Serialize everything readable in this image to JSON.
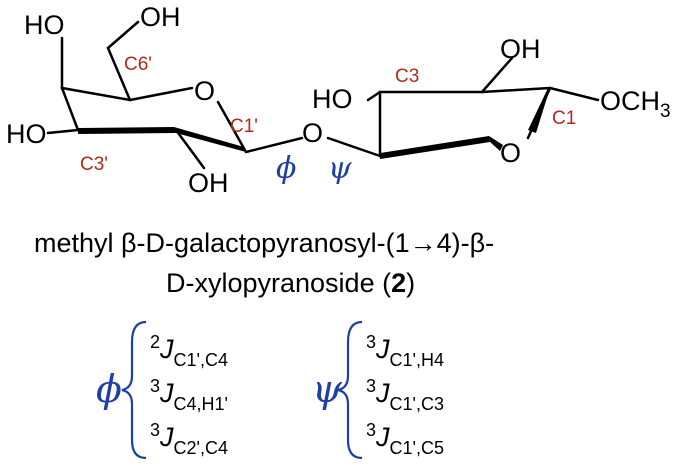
{
  "molecule": {
    "atoms": {
      "ho_top_left": "HO",
      "oh_top": "OH",
      "c6_prime": "C6'",
      "o_ring_gal": "O",
      "ho_left": "HO",
      "c1_prime": "C1'",
      "o_glyco": "O",
      "c3_prime": "C3'",
      "oh_bottom": "OH",
      "c3": "C3",
      "oh_right_top": "OH",
      "ho_xyl": "HO",
      "och3": "OCH",
      "och3_sub": "3",
      "c1": "C1",
      "o_ring_xyl": "O"
    },
    "torsions": {
      "phi": "ϕ",
      "psi": "ψ"
    }
  },
  "caption": {
    "line1": "methyl β-D-galactopyranosyl-(1→4)-β-",
    "line2_pre": "D-xylopyranoside (",
    "line2_bold": "2",
    "line2_post": ")"
  },
  "couplings": {
    "phi_symbol": "ϕ",
    "psi_symbol": "ψ",
    "phi": [
      {
        "sup": "2",
        "J": "J",
        "sub": "C1',C4"
      },
      {
        "sup": "3",
        "J": "J",
        "sub": "C4,H1'"
      },
      {
        "sup": "3",
        "J": "J",
        "sub": "C2',C4"
      }
    ],
    "psi": [
      {
        "sup": "3",
        "J": "J",
        "sub": "C1',H4"
      },
      {
        "sup": "3",
        "J": "J",
        "sub": "C1',C3"
      },
      {
        "sup": "3",
        "J": "J",
        "sub": "C1',C5"
      }
    ]
  },
  "colors": {
    "carbon_label": "#b22a1a",
    "torsion": "#1f3fa8",
    "bond": "#000000"
  }
}
